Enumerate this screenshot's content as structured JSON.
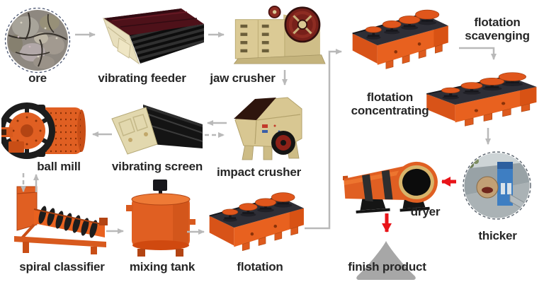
{
  "diagram": {
    "type": "process-flow",
    "subject": "mineral ore beneficiation plant flow chart",
    "labels": {
      "ore": "ore",
      "vibrating_feeder": "vibrating feeder",
      "jaw_crusher": "jaw crusher",
      "impact_crusher": "impact crusher",
      "vibrating_screen": "vibrating screen",
      "ball_mill": "ball mill",
      "spiral_classifier": "spiral classifier",
      "mixing_tank": "mixing tank",
      "flotation": "flotation",
      "flotation_scavenging": "flotation scavenging",
      "flotation_concentrating": "flotation concentrating",
      "thicker": "thicker",
      "dryer": "dryer",
      "finish_product": "finish product"
    },
    "edges": [
      {
        "from": "ore",
        "to": "vibrating feeder",
        "style": "gray-solid"
      },
      {
        "from": "vibrating feeder",
        "to": "jaw crusher",
        "style": "gray-solid"
      },
      {
        "from": "jaw crusher",
        "to": "impact crusher",
        "style": "gray-solid"
      },
      {
        "from": "impact crusher",
        "to": "vibrating screen",
        "style": "gray-solid"
      },
      {
        "from": "vibrating screen",
        "to": "impact crusher",
        "style": "gray-dashed"
      },
      {
        "from": "vibrating screen",
        "to": "ball mill",
        "style": "gray-solid"
      },
      {
        "from": "ball mill",
        "to": "spiral classifier",
        "style": "gray-dashed"
      },
      {
        "from": "spiral classifier",
        "to": "ball mill",
        "style": "gray-solid"
      },
      {
        "from": "spiral classifier",
        "to": "mixing tank",
        "style": "gray-solid"
      },
      {
        "from": "mixing tank",
        "to": "flotation",
        "style": "gray-solid"
      },
      {
        "from": "flotation",
        "to": "flotation scavenging",
        "style": "gray-solid-elbow"
      },
      {
        "from": "flotation scavenging",
        "to": "flotation concentrating",
        "style": "gray-solid-elbow"
      },
      {
        "from": "flotation concentrating",
        "to": "thicker",
        "style": "gray-solid"
      },
      {
        "from": "thicker",
        "to": "dryer",
        "style": "red-solid"
      },
      {
        "from": "dryer",
        "to": "finish product",
        "style": "red-solid"
      }
    ],
    "colors": {
      "arrow_gray": "#b9b9b9",
      "arrow_red": "#e81419",
      "machine_orange": "#e8611f",
      "crusher_beige": "#d8c792",
      "feeder_maroon": "#4e1119",
      "finish_gray": "#a7a7a7",
      "label_text": "#262626"
    }
  }
}
